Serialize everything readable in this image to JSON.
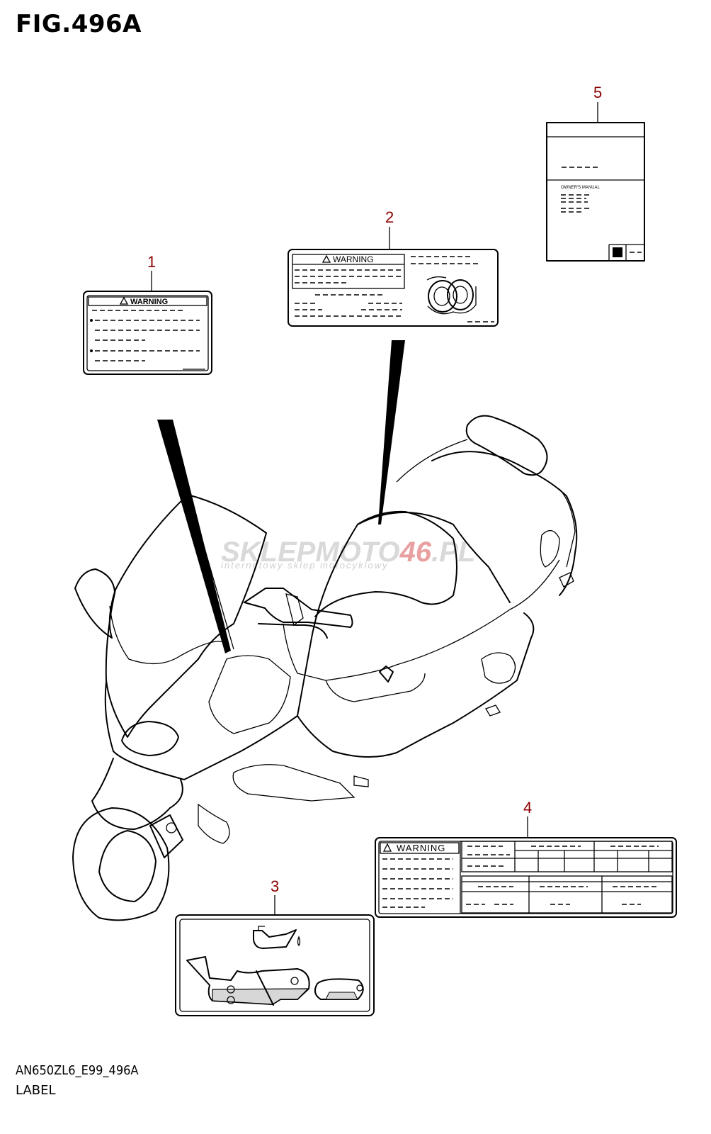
{
  "figure": {
    "title": "FIG.496A",
    "model_code": "AN650ZL6_E99_496A",
    "section_name": "LABEL"
  },
  "callouts": [
    "1",
    "2",
    "3",
    "4",
    "5"
  ],
  "labels": {
    "warning_text": "WARNING",
    "owners_manual_text": "OWNER'S MANUAL"
  },
  "watermark": {
    "brand_a": "SKLEP",
    "brand_b": "MOTO",
    "brand_c": "46",
    "brand_d": ".PL",
    "tagline": "internetowy sklep motocyklowy"
  },
  "colors": {
    "callout": "#8b0000",
    "line": "#000000",
    "background": "#ffffff"
  }
}
